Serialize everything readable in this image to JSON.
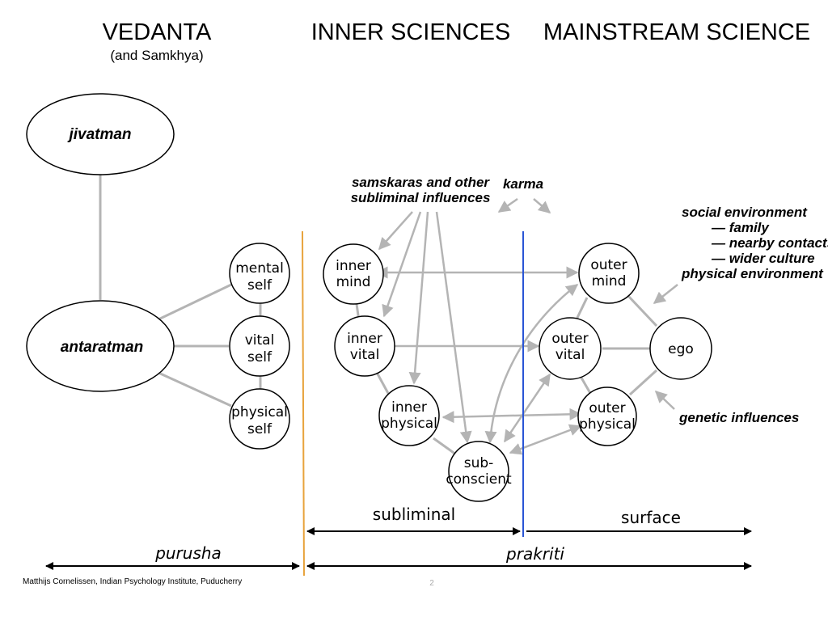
{
  "headers": {
    "vedanta": "VEDANTA",
    "vedanta_sub": "(and Samkhya)",
    "inner_sciences": "INNER SCIENCES",
    "mainstream": "MAINSTREAM SCIENCE"
  },
  "nodes": {
    "jivatman": "jivatman",
    "antaratman": "antaratman",
    "mental_self": [
      "mental",
      "self"
    ],
    "vital_self": [
      "vital",
      "self"
    ],
    "physical_self": [
      "physical",
      "self"
    ],
    "inner_mind": [
      "inner",
      "mind"
    ],
    "inner_vital": [
      "inner",
      "vital"
    ],
    "inner_physical": [
      "inner",
      "physical"
    ],
    "subconscient": [
      "sub-",
      "conscient"
    ],
    "outer_mind": [
      "outer",
      "mind"
    ],
    "outer_vital": [
      "outer",
      "vital"
    ],
    "outer_physical": [
      "outer",
      "physical"
    ],
    "ego": "ego"
  },
  "annotations": {
    "samskaras": [
      "samskaras and other",
      "subliminal influences"
    ],
    "karma": "karma",
    "social_environment": "social environment",
    "family": "— family",
    "nearby_contacts": "— nearby contacts",
    "wider_culture": "— wider culture",
    "physical_environment": "physical environment",
    "genetic_influences": "genetic influences"
  },
  "ranges": {
    "subliminal": "subliminal",
    "surface": "surface",
    "purusha": "purusha",
    "prakriti": "prakriti"
  },
  "footer": {
    "credit": "Matthijs Cornelissen, Indian Psychology Institute, Puducherry",
    "page_number": "2"
  },
  "colors": {
    "connector": "#b4b4b4",
    "orange_divider": "#e8a33c",
    "blue_divider": "#2a55d6"
  }
}
